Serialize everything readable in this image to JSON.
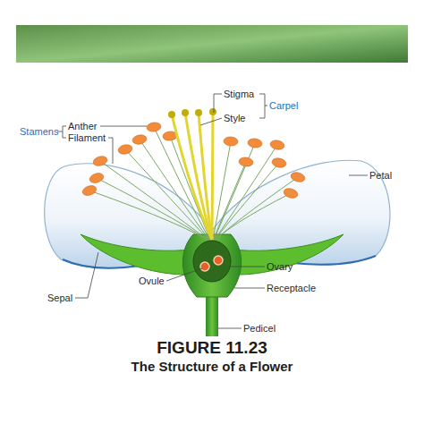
{
  "diagram": {
    "title": "The Structure of a Flower",
    "caption": "FIGURE 11.23",
    "labels": [
      "Stigma",
      "Style",
      "Carpel",
      "Stamens",
      "Anther",
      "Filament",
      "Petal",
      "Ovary",
      "Ovule",
      "Receptacle",
      "Sepal",
      "Pedicel"
    ]
  }
}
